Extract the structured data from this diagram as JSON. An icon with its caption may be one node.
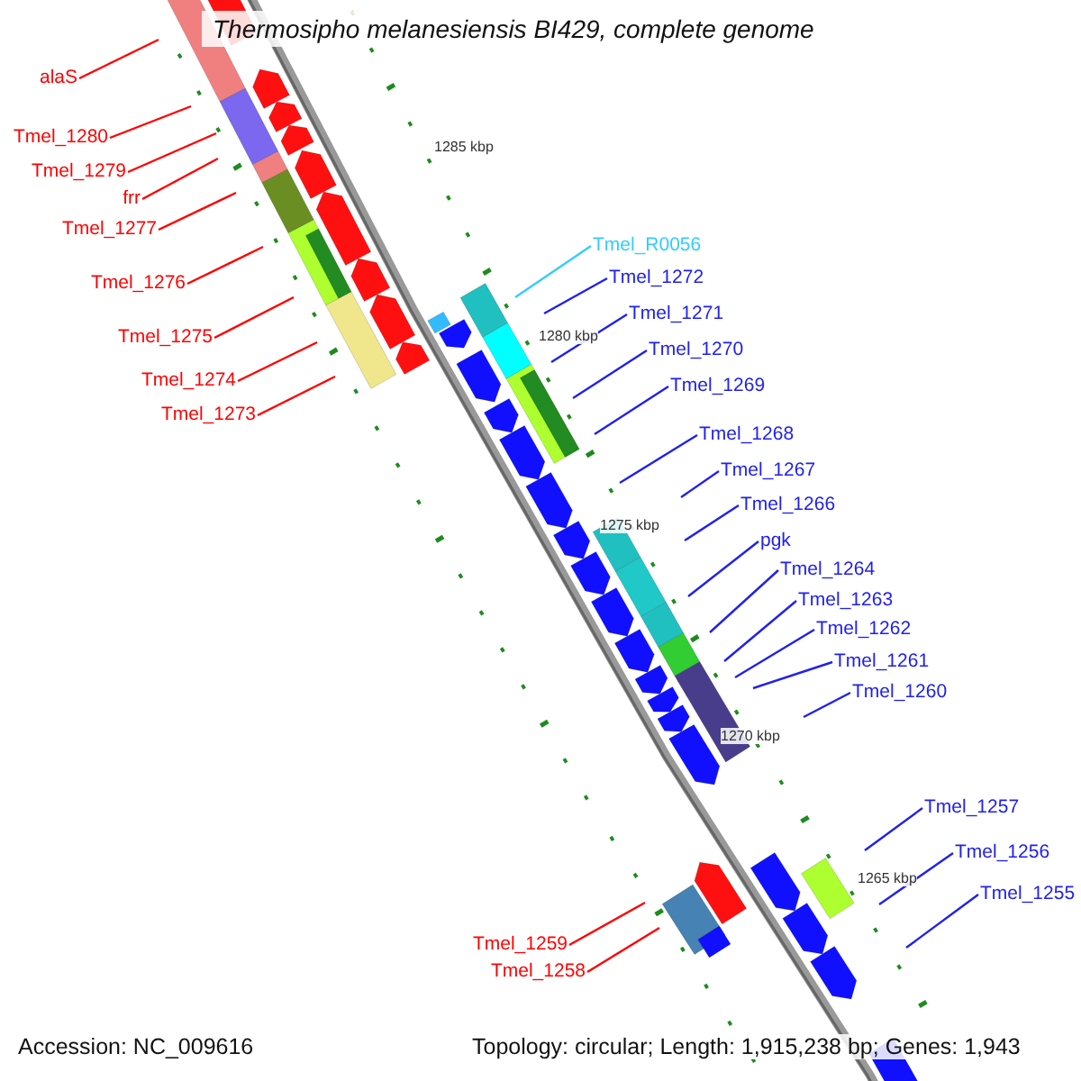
{
  "diagram": {
    "title": "Thermosipho melanesiensis BI429, complete genome",
    "nodes": [
      {
        "text": [
          "alaS"
        ]
      },
      {
        "text": [
          "Tmel_1280"
        ]
      },
      {
        "text": [
          "Tmel_1279"
        ]
      },
      {
        "text": [
          "frr"
        ]
      },
      {
        "text": [
          "Tmel_1277"
        ]
      },
      {
        "text": [
          "Tmel_1276"
        ]
      },
      {
        "text": [
          "Tmel_1275"
        ]
      },
      {
        "text": [
          "Tmel_1274"
        ]
      },
      {
        "text": [
          "Tmel_1273"
        ]
      },
      {
        "text": [
          "Tmel_R0056"
        ]
      },
      {
        "text": [
          "Tmel_1272"
        ]
      },
      {
        "text": [
          "Tmel_1271"
        ]
      },
      {
        "text": [
          "Tmel_1270"
        ]
      },
      {
        "text": [
          "Tmel_1269"
        ]
      },
      {
        "text": [
          "Tmel_1268"
        ]
      },
      {
        "text": [
          "Tmel_1267"
        ]
      },
      {
        "text": [
          "Tmel_1266"
        ]
      },
      {
        "text": [
          "pgk"
        ]
      },
      {
        "text": [
          "Tmel_1264"
        ]
      },
      {
        "text": [
          "Tmel_1263"
        ]
      },
      {
        "text": [
          "Tmel_1262"
        ]
      },
      {
        "text": [
          "Tmel_1261"
        ]
      },
      {
        "text": [
          "Tmel_1260"
        ]
      },
      {
        "text": [
          "Tmel_1257"
        ]
      },
      {
        "text": [
          "Tmel_1256"
        ]
      },
      {
        "text": [
          "Tmel_1255"
        ]
      },
      {
        "text": [
          "Tmel_1259"
        ]
      },
      {
        "text": [
          "Tmel_1258"
        ]
      }
    ],
    "edges": [
      {
        "from": 0,
        "to": null,
        "arrow": "none",
        "color": "#ff0000"
      },
      {
        "from": 1,
        "to": null,
        "arrow": "none",
        "color": "#ff0000"
      },
      {
        "from": 2,
        "to": null,
        "arrow": "none",
        "color": "#ff0000"
      },
      {
        "from": 3,
        "to": null,
        "arrow": "none",
        "color": "#ff0000"
      },
      {
        "from": 4,
        "to": null,
        "arrow": "none",
        "color": "#ff0000"
      },
      {
        "from": 5,
        "to": null,
        "arrow": "none",
        "color": "#ff0000"
      },
      {
        "from": 6,
        "to": null,
        "arrow": "none",
        "color": "#ff0000"
      },
      {
        "from": 7,
        "to": null,
        "arrow": "none",
        "color": "#ff0000"
      },
      {
        "from": 8,
        "to": null,
        "arrow": "none",
        "color": "#ff0000"
      },
      {
        "from": 9,
        "to": null,
        "arrow": "none",
        "color": "#33ccff"
      },
      {
        "from": 10,
        "to": null,
        "arrow": "none"
      },
      {
        "from": 11,
        "to": null,
        "arrow": "none"
      },
      {
        "from": 12,
        "to": null,
        "arrow": "none"
      },
      {
        "from": 13,
        "to": null,
        "arrow": "none"
      },
      {
        "from": 14,
        "to": null,
        "arrow": "none"
      },
      {
        "from": 15,
        "to": null,
        "arrow": "none"
      },
      {
        "from": 16,
        "to": null,
        "arrow": "none"
      },
      {
        "from": 17,
        "to": null,
        "arrow": "none"
      },
      {
        "from": 18,
        "to": null,
        "arrow": "none"
      },
      {
        "from": 19,
        "to": null,
        "arrow": "none"
      },
      {
        "from": 20,
        "to": null,
        "arrow": "none"
      },
      {
        "from": 21,
        "to": null,
        "arrow": "none"
      },
      {
        "from": 22,
        "to": null,
        "arrow": "none"
      },
      {
        "from": 23,
        "to": null,
        "arrow": "none"
      },
      {
        "from": 24,
        "to": null,
        "arrow": "none"
      },
      {
        "from": 25,
        "to": null,
        "arrow": "none"
      },
      {
        "from": 26,
        "to": null,
        "arrow": "none",
        "color": "#ff0000"
      },
      {
        "from": 27,
        "to": null,
        "arrow": "none",
        "color": "#ff0000"
      }
    ],
    "labels": [
      "1285 kbp",
      "1280 kbp",
      "1275 kbp",
      "1270 kbp",
      "1265 kbp",
      "Accession: NC_009616",
      "Topology: circular; Length: 1,915,238 bp; Genes: 1,943"
    ]
  }
}
